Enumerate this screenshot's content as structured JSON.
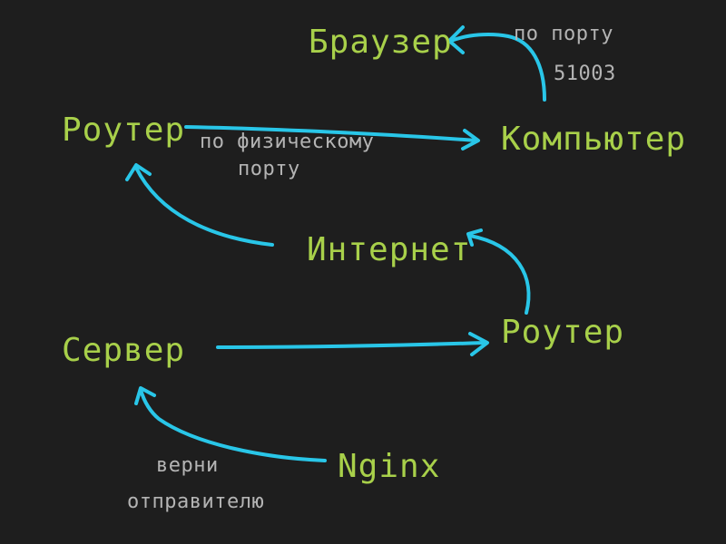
{
  "colors": {
    "background": "#1e1e1e",
    "node_text": "#a8d04a",
    "note_text": "#b4b4b4",
    "arrow": "#29c6e8"
  },
  "nodes": {
    "browser": "Браузер",
    "router_top": "Роутер",
    "computer": "Компьютер",
    "internet": "Интернет",
    "server": "Сервер",
    "router_bottom": "Роутер",
    "nginx": "Nginx"
  },
  "notes": {
    "port_line1": "по порту",
    "port_line2": "51003",
    "physical_line1": "по физическому",
    "physical_line2": "порту",
    "return_line1": "верни",
    "return_line2": "отправителю"
  }
}
